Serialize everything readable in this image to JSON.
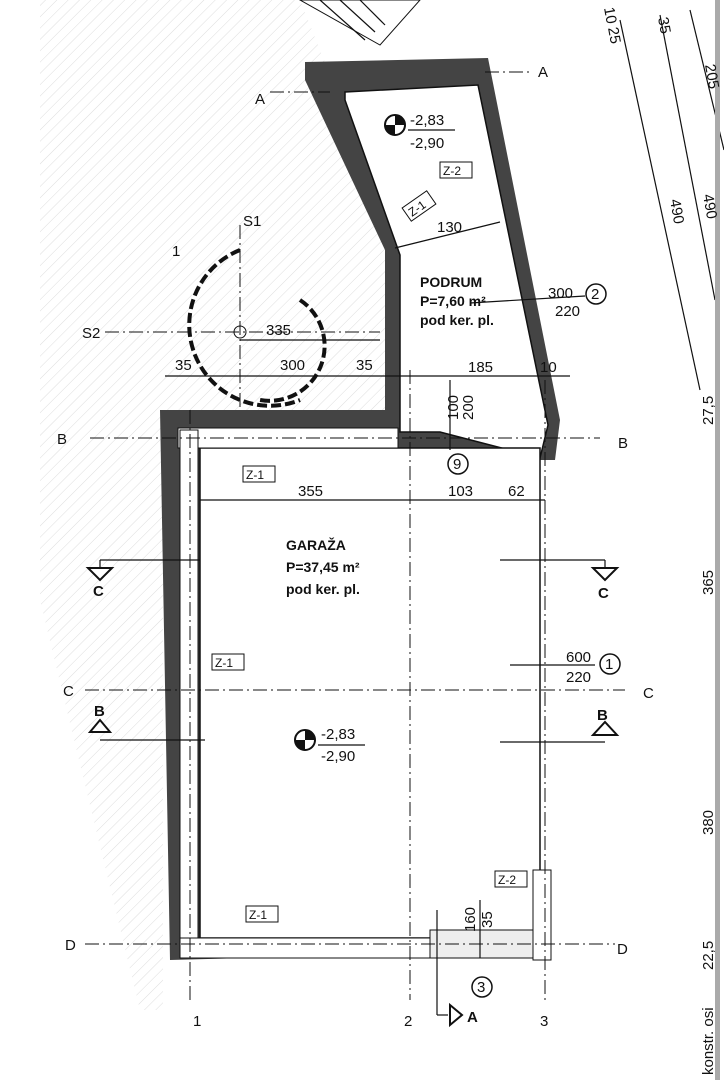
{
  "axes": {
    "a_top_left": "A",
    "a_top_right": "A",
    "b_left": "B",
    "b_right": "B",
    "c_left": "C",
    "c_right": "C",
    "d_left": "D",
    "d_right": "D",
    "col1": "1",
    "col2": "2",
    "col3": "3",
    "s1": "S1",
    "s2": "S2",
    "stair_1": "1"
  },
  "sections": {
    "c_left": "C",
    "c_right": "C",
    "b_left": "B",
    "b_right": "B",
    "a_bottom": "A"
  },
  "levels": [
    {
      "top": "-2,83",
      "bottom": "-2,90"
    },
    {
      "top": "-2,83",
      "bottom": "-2,90"
    }
  ],
  "wall_tags": [
    "Z-2",
    "Z-1",
    "Z-1",
    "Z-1",
    "Z-2",
    "Z-1"
  ],
  "rooms": {
    "podrum": {
      "name": "PODRUM",
      "area": "P=7,60 m²",
      "note": "pod ker. pl."
    },
    "garaza": {
      "name": "GARAŽA",
      "area": "P=37,45 m²",
      "note": "pod ker. pl."
    }
  },
  "dimensions": {
    "d130": "130",
    "d335": "335",
    "d35a": "35",
    "d300": "300",
    "d35b": "35",
    "d185": "185",
    "d10": "10",
    "d100": "100",
    "d200": "200",
    "d355": "355",
    "d103": "103",
    "d62": "62"
  },
  "openings": [
    {
      "id": "2",
      "w": "300",
      "h": "220"
    },
    {
      "id": "1",
      "w": "600",
      "h": "220"
    },
    {
      "id": "3",
      "w": "160",
      "h": "35"
    },
    {
      "id": "9"
    }
  ],
  "right_dims": {
    "r10": "10",
    "r25": "25",
    "r35": "35",
    "r205": "205",
    "r490a": "490",
    "r490b": "490",
    "r275": "27,5",
    "r365": "365",
    "r380": "380",
    "r225": "22,5",
    "konstr": "konstr. osi"
  }
}
